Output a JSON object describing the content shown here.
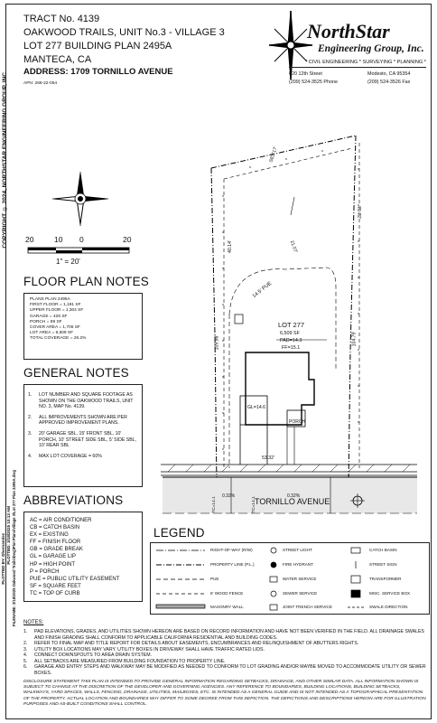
{
  "sidebar": {
    "copyright": "COPYRIGHT © 2024, NORTHSTAR ENGINEERING GROUP, INC",
    "plotted": "PLOTTED BY: Dhernandez",
    "plot_date": "PLOTTED: 3/18/2025 10:13 AM",
    "filename": "FILENAME: 3/18/2025 Oakwood Trails\\Dwg\\Plot Plans\\Village 3\\Lot 277 Plan 2495A.dwg"
  },
  "title_block": {
    "tract": "TRACT No. 4139",
    "subdivision": "OAKWOOD TRAILS, UNIT No.3 - VILLAGE 3",
    "lot_plan": "LOT 277 BUILDING PLAN 2495A",
    "city": "MANTECA, CA",
    "address": "ADDRESS:  1709  TORNILLO AVENUE",
    "apn": "APN: 268-22-054"
  },
  "company": {
    "name_line1": "NorthStar",
    "name_line2": "Engineering Group, Inc.",
    "services": "* CIVIL ENGINEERING * SURVEYING * PLANNING *",
    "street": "620 12th  Street",
    "city": "Modesto,  CA  95354",
    "phone": "(209)  524-3525 Phone",
    "fax": "(209)  524-3526 Fax"
  },
  "scale_bar": {
    "labels": [
      "20",
      "10",
      "0",
      "20"
    ],
    "ratio": "1\" = 20'"
  },
  "floor_plan_notes": {
    "heading": "FLOOR PLAN NOTES",
    "lines": [
      "PLANS PLAN 2495A",
      "FIRST FLOOR = 1,191 SF",
      "UPPER FLOOR = 1,304 SF",
      "GARAGE = 426 SF",
      "PORCH = 89 SF",
      "COVER AREA = 1,706 SF",
      "LOT AREA = 6,509 SF",
      "TOTAL COVERAGE = 26.2%"
    ]
  },
  "general_notes": {
    "heading": "GENERAL NOTES",
    "items": [
      "LOT NUMBER AND SQUARE FOOTAGE AS SHOWN ON THE OAKWOOD TRAILS, UNIT NO. 3, MAP No. 4139.",
      "ALL IMPROVEMENTS SHOWN ARE PER APPROVED IMPROVEMENT PLANS.",
      "20' GARAGE SBL, 15' FRONT SBL, 10' PORCH, 10' STREET SIDE SBL, 5' SIDE SBL, 10' REAR SBL",
      "MAX LOT COVERAGE = 60%"
    ]
  },
  "abbreviations": {
    "heading": "ABBREVIATIONS",
    "items": [
      "AC = AIR CONDITIONER",
      "CB = CATCH BASIN",
      "EX = EXISTING",
      "FF = FINISH FLOOR",
      "GB = GRADE BREAK",
      "GL = GARAGE LIP",
      "HP = HIGH POINT",
      "P = PORCH",
      "PUE = PUBLIC UTILITY EASEMENT",
      "SF = SQUARE FEET",
      "TC = TOP OF CURB"
    ]
  },
  "legend": {
    "heading": "LEGEND",
    "left": [
      "RIGHT-OF-WAY (R/W)",
      "PROPERTY LINE (P.L.)",
      "PUE",
      "6' WOOD FENCE",
      "MASONRY WALL"
    ],
    "middle": [
      "STREET LIGHT",
      "FIRE HYDRANT",
      "WATER SERVICE",
      "SEWER SERVICE",
      "JOINT TRENCH SERVICE"
    ],
    "right": [
      "CATCH BASIN",
      "STREET SIGN",
      "TRANSFORMER",
      "MISC. SERVICE BOX",
      "SWALE DIRECTION"
    ]
  },
  "notes": {
    "heading": "NOTES:",
    "items": [
      "PAD ELEVATIONS, GRADES, AND UTILITIES SHOWN HEREON ARE BASED ON RECORD INFORMATION AND HAVE NOT BEEN VERIFIED IN THE FIELD. ALL DRAINAGE SWALES AND FINISH GRADING SHALL CONFORM TO APPLICABLE CALIFORNIA RESIDENTIAL AND BUILDING CODES.",
      "REFER TO FINAL MAP AND TITLE REPORT FOR DETAILS ABOUT EASEMENTS, ENCUMBRANCES AND RELINQUISHMENT OF ABUTTERS RIGHTS.",
      "UTILITY BOX LOCATIONS MAY VARY. UTILITY BOXES IN DRIVEWAY SHALL HAVE TRAFFIC RATED LIDS.",
      "CONNECT DOWNSPOUTS TO AREA DRAIN SYSTEM.",
      "ALL SETBACKS ARE MEASURED FROM BUILDING FOUNDATION TO PROPERTY LINE.",
      "GARAGE AND ENTRY STEPS AND WALKWAY MAY BE MODIFIED AS NEEDED TO CONFORM TO LOT GRADING AND/OR MAYBE MOVED TO ACCOMMODATE UTILITY OR SEWER BOXES."
    ],
    "disclaimer": "DISCLOSURE STATEMENT  THIS PLAN IS INTENDED TO PROVIDE GENERAL INFORMATION REGARDING SETBACKS, DRAINAGE, AND OTHER SIMILAR DATA. ALL INFORMATION SHOWN IS SUBJECT TO CHANGE AT THE DISCRETION OF THE DEVELOPER AND GOVERNING AGENCIES. ANY REFERENCE TO BOUNDARIES, BUILDING LOCATIONS, BUILDING SETBACKS, WALKWAYS, YARD SPACES, WALLS, FENCING, DRAINAGE, UTILITIES, MAILBOXES, ETC. IS INTENDED AS A GENERAL GUIDE AND IS NOT INTENDED AS A TOPOGRAPHICAL PRESENTATION OF THE PROPERTY. ACTUAL LOCATION AND BOUNDARIES MAY DIFFER TO SOME DEGREE FROM THIS DEPICTION. THE DEPICTIONS AND DESCRIPTIONS HEREON ARE FOR ILLUSTRATION PURPOSES AND AS-BUILT CONDITIONS SHALL CONTROL."
  },
  "site_plan": {
    "lot_number": "LOT 277",
    "lot_area": "6,509 SF",
    "pad": "PAD=14.3",
    "ff": "FF=15.1",
    "dim_top": "S81°17'",
    "dim_right_upper": "79.72'",
    "dim_curve": "21.07'",
    "dim_left_upper": "40.14'",
    "dim_left_lower": "109.98'",
    "dim_right_lower": "104.79'",
    "pue_label": "14.5' PUE",
    "gl": "GL=14.6",
    "porch": "PORCH",
    "tc1": "TC=14.1",
    "tc2": "TC=14.1",
    "slope1": "0.32%",
    "slope2": "0.32%",
    "frontage": "53.32'",
    "street": "TORNILLO AVENUE"
  }
}
